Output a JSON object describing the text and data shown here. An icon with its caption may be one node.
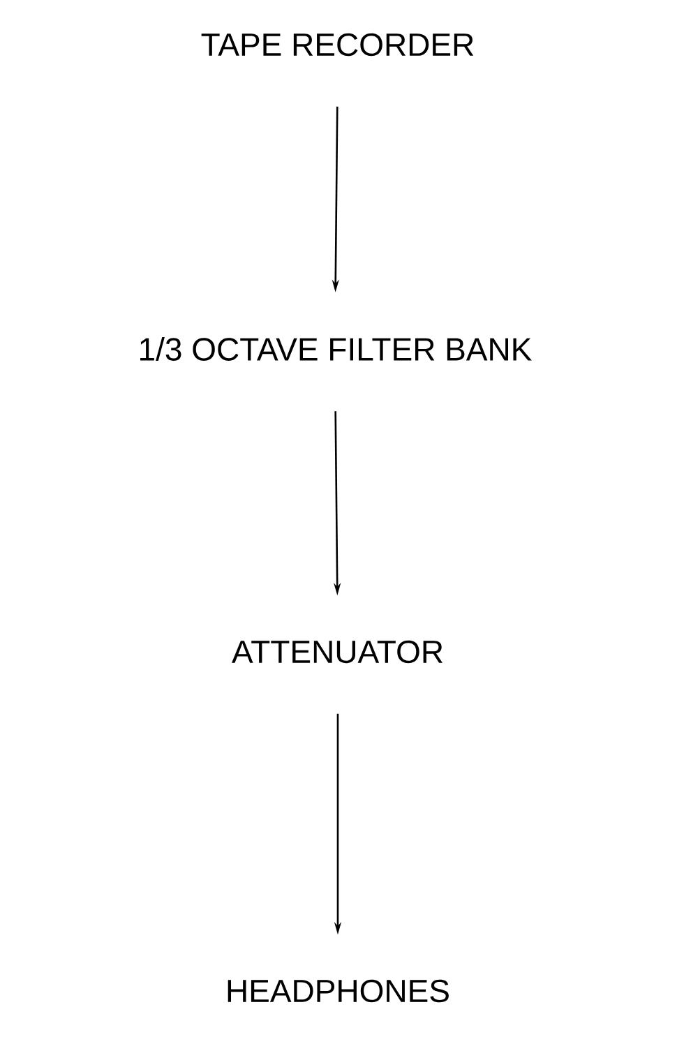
{
  "diagram": {
    "nodes": [
      {
        "text": [
          "TAPE RECORDER"
        ]
      },
      {
        "text": [
          "1/3 OCTAVE FILTER BANK"
        ]
      },
      {
        "text": [
          "ATTENUATOR"
        ]
      },
      {
        "text": [
          "HEADPHONES"
        ]
      }
    ],
    "edges": [
      {
        "from": 0,
        "to": 1,
        "arrow": "to"
      },
      {
        "from": 1,
        "to": 2,
        "arrow": "to"
      },
      {
        "from": 2,
        "to": 3,
        "arrow": "to"
      }
    ]
  }
}
